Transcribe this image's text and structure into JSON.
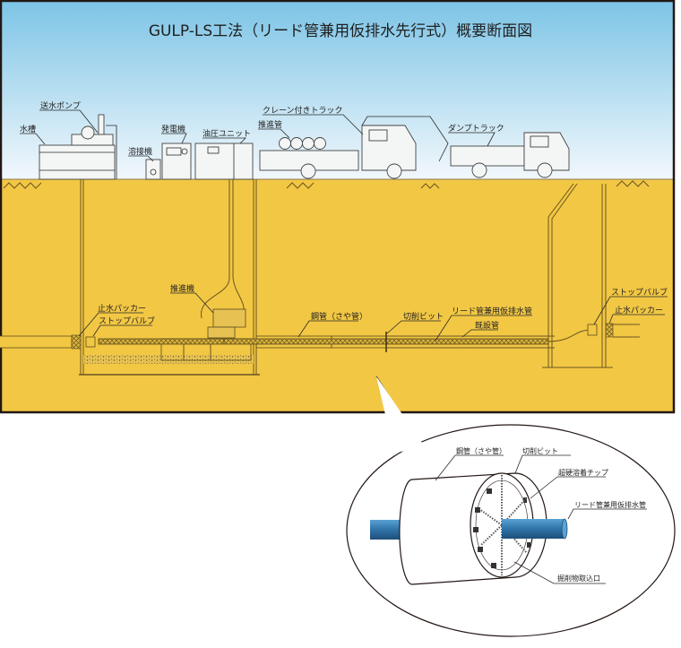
{
  "title": "GULP-LS工法（リード管兼用仮排水先行式）概要断面図",
  "colors": {
    "sky_top": "#7cc4e6",
    "sky_bottom": "#f2f8fc",
    "soil": "#f2c744",
    "frame": "#231815",
    "pipe_blue": "#2f73a8",
    "pipe_blue_light": "#5aa2d4"
  },
  "surface_equipment": [
    {
      "id": "water-tank",
      "label": "水槽"
    },
    {
      "id": "water-pump",
      "label": "送水ポンプ"
    },
    {
      "id": "welder",
      "label": "溶接機"
    },
    {
      "id": "generator",
      "label": "発電機"
    },
    {
      "id": "hydraulic-unit",
      "label": "油圧ユニット"
    },
    {
      "id": "jacking-pipe",
      "label": "推進管"
    },
    {
      "id": "crane-truck",
      "label": "クレーン付きトラック"
    },
    {
      "id": "dump-truck",
      "label": "ダンプトラック"
    }
  ],
  "underground": {
    "jacking_machine": "推進機",
    "left_packer": "止水パッカー",
    "left_valve": "ストップバルブ",
    "steel_pipe": "鋼管（さや管）",
    "cutting_bit": "切削ビット",
    "lead_pipe": "リード管兼用仮排水管",
    "existing_pipe": "既設管",
    "right_valve": "ストップバルブ",
    "right_packer": "止水パッカー"
  },
  "detail": {
    "steel_pipe": "鋼管（さや管）",
    "cutting_bit": "切削ビット",
    "carbide_tip": "超硬溶着チップ",
    "lead_pipe": "リード管兼用仮排水管",
    "intake": "掘削物取込口"
  }
}
